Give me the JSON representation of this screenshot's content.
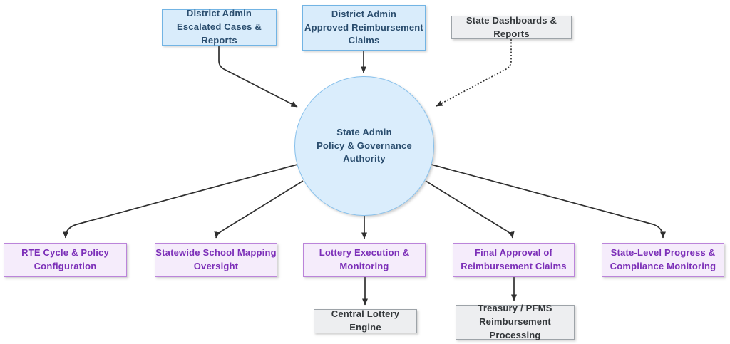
{
  "diagram": {
    "title": "State Admin governance flowchart",
    "nodes": {
      "district_escalated": {
        "label": "District Admin\nEscalated Cases & Reports",
        "kind": "input"
      },
      "district_approved": {
        "label": "District Admin\nApproved Reimbursement\nClaims",
        "kind": "input"
      },
      "state_dashboards": {
        "label": "State Dashboards & Reports",
        "kind": "input"
      },
      "state_admin": {
        "label": "State Admin\nPolicy & Governance\nAuthority",
        "kind": "central-authority"
      },
      "rte_cycle": {
        "label": "RTE Cycle & Policy\nConfiguration",
        "kind": "function"
      },
      "school_mapping": {
        "label": "Statewide School Mapping\nOversight",
        "kind": "function"
      },
      "lottery_execution": {
        "label": "Lottery Execution &\nMonitoring",
        "kind": "function"
      },
      "final_approval": {
        "label": "Final Approval of\nReimbursement Claims",
        "kind": "function"
      },
      "state_progress": {
        "label": "State-Level Progress &\nCompliance Monitoring",
        "kind": "function"
      },
      "central_lottery": {
        "label": "Central Lottery Engine",
        "kind": "system"
      },
      "treasury": {
        "label": "Treasury / PFMS\nReimbursement Processing",
        "kind": "system"
      }
    },
    "edges": [
      {
        "from": "district_escalated",
        "to": "state_admin",
        "style": "solid"
      },
      {
        "from": "district_approved",
        "to": "state_admin",
        "style": "solid"
      },
      {
        "from": "state_dashboards",
        "to": "state_admin",
        "style": "dotted"
      },
      {
        "from": "state_admin",
        "to": "rte_cycle",
        "style": "solid"
      },
      {
        "from": "state_admin",
        "to": "school_mapping",
        "style": "solid"
      },
      {
        "from": "state_admin",
        "to": "lottery_execution",
        "style": "solid"
      },
      {
        "from": "state_admin",
        "to": "final_approval",
        "style": "solid"
      },
      {
        "from": "state_admin",
        "to": "state_progress",
        "style": "solid"
      },
      {
        "from": "lottery_execution",
        "to": "central_lottery",
        "style": "solid"
      },
      {
        "from": "final_approval",
        "to": "treasury",
        "style": "solid"
      }
    ],
    "colors": {
      "blue_fill": "#d9ecfb",
      "blue_border": "#72b4e4",
      "blue_text": "#2a4d6e",
      "purple_fill": "#f5ecfb",
      "purple_border": "#bb84da",
      "purple_text": "#7c2fb8",
      "gray_fill": "#edeef0",
      "gray_border": "#9da3a8",
      "gray_text": "#33373a",
      "arrow": "#2f2f2f",
      "background": "#ffffff"
    }
  }
}
